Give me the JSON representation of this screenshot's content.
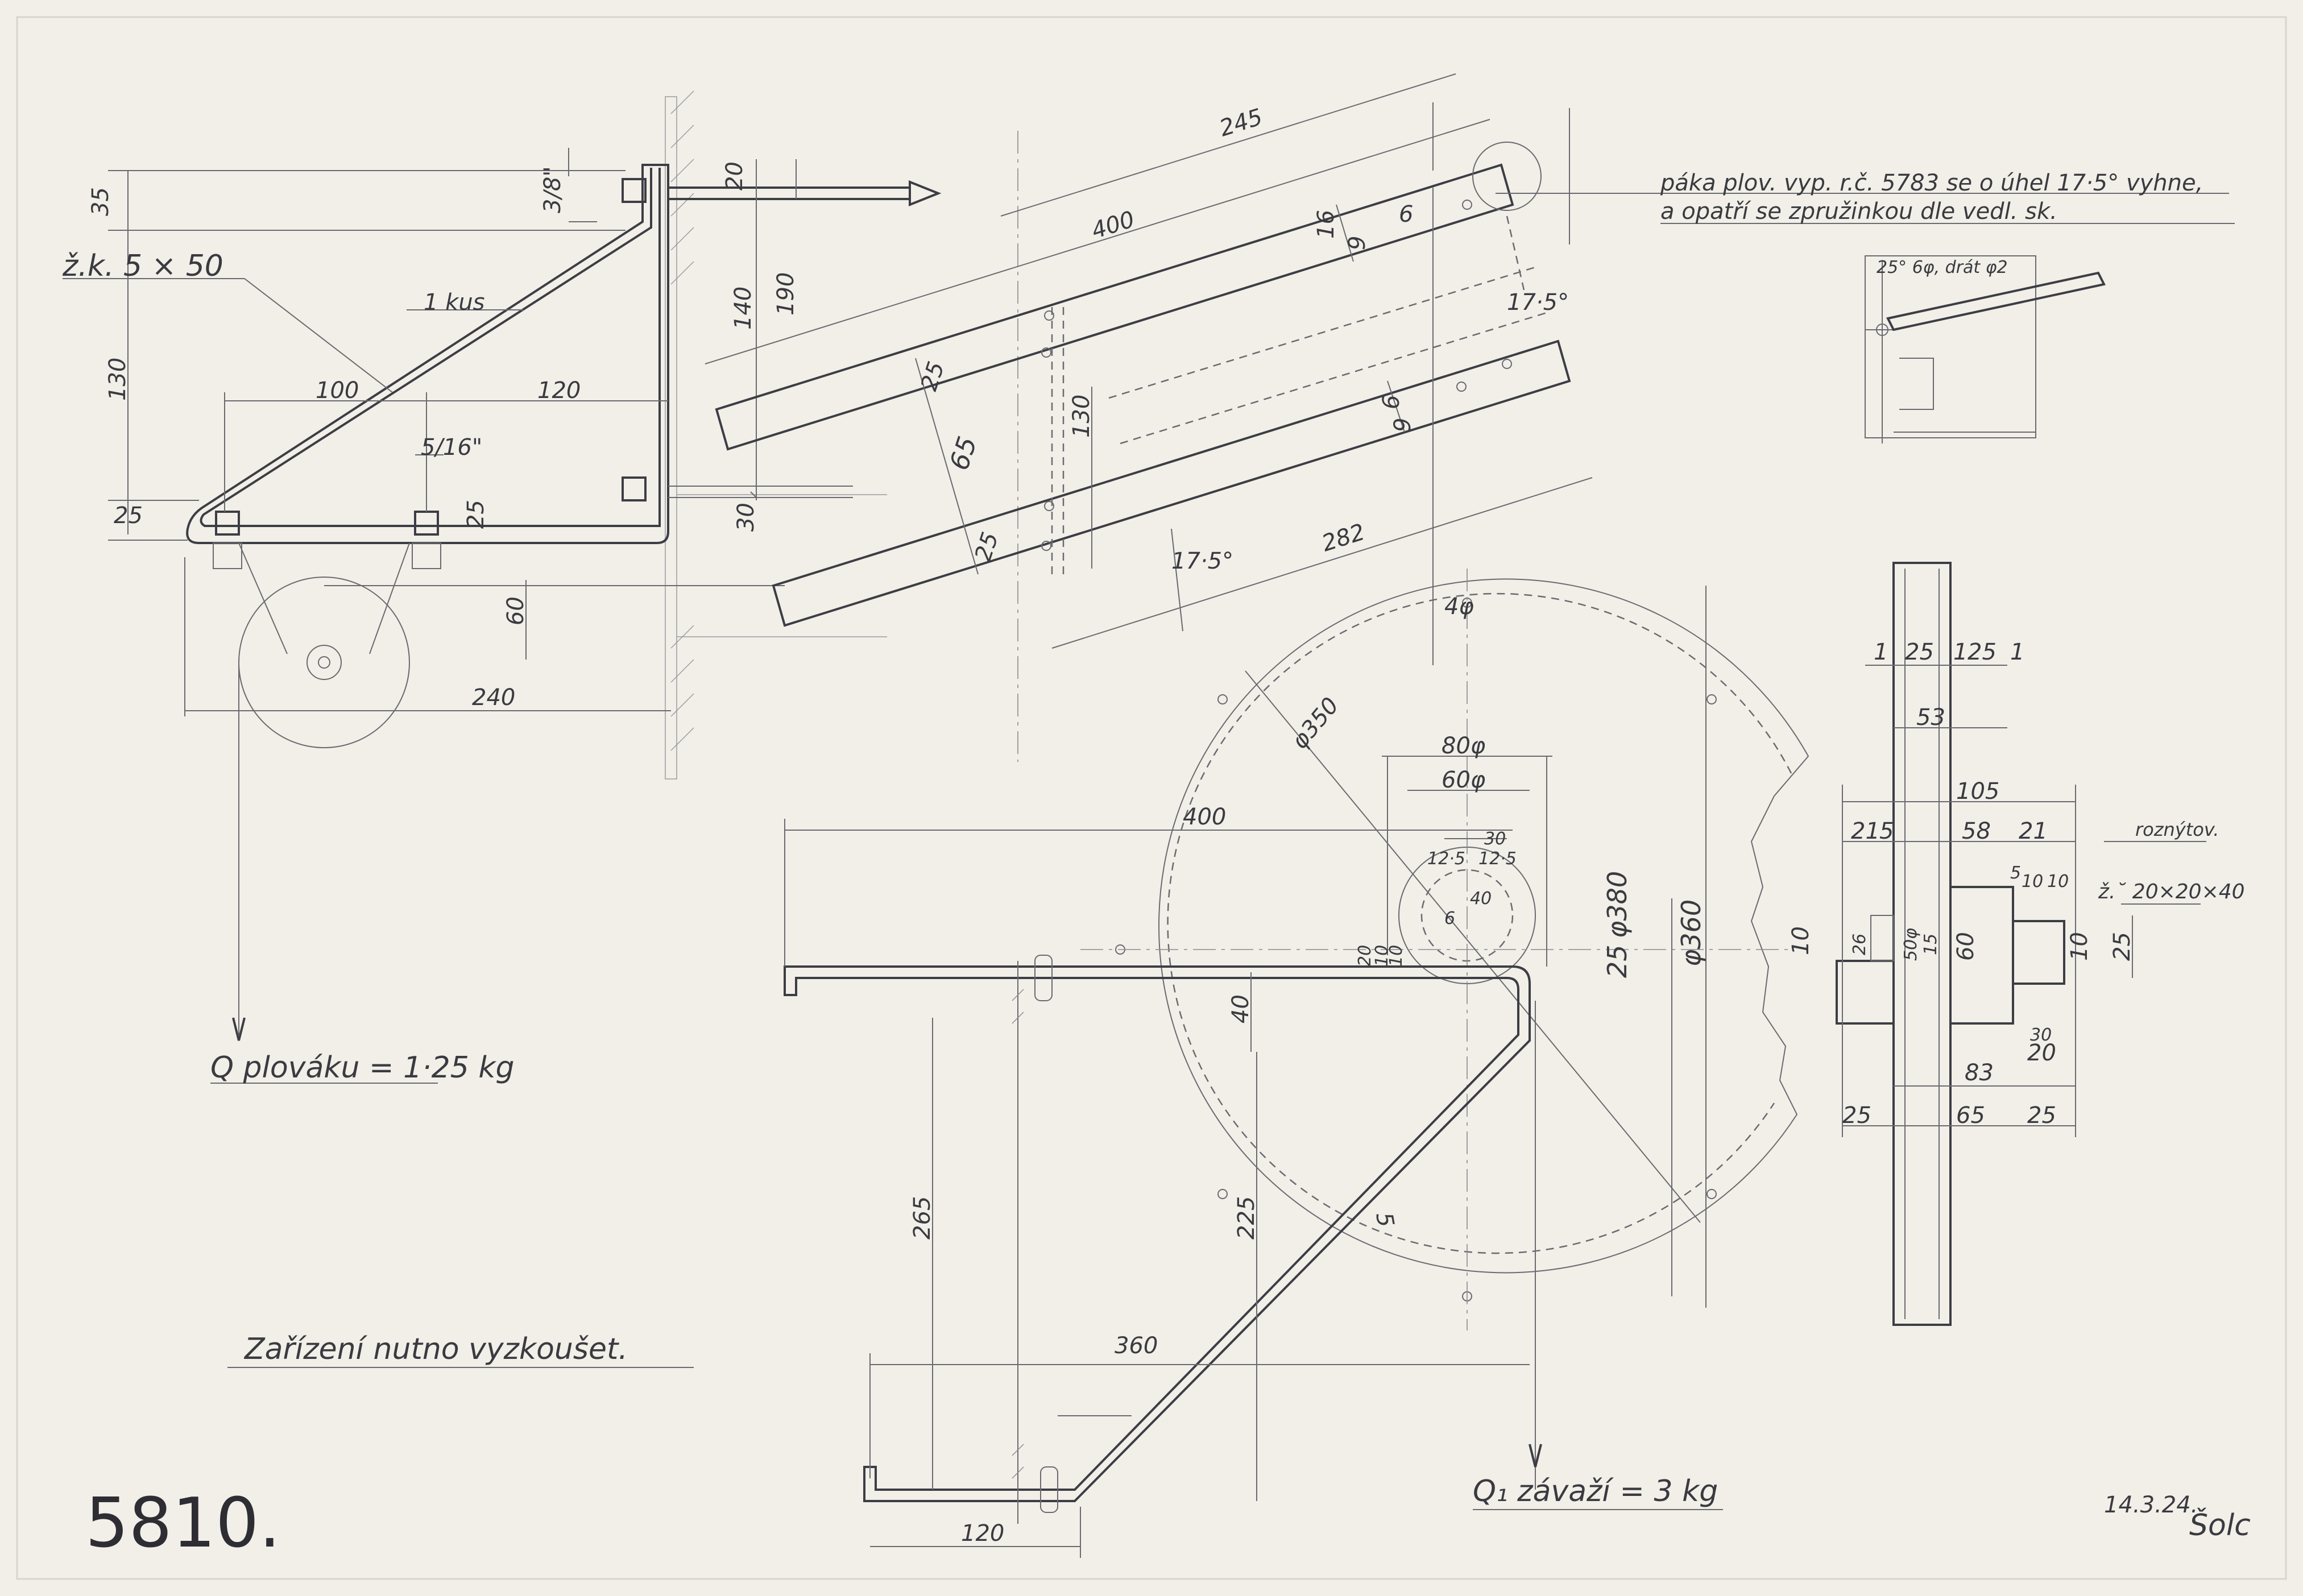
{
  "drawing": {
    "number": "5810.",
    "date_signature": "14.3.24.",
    "signature": "Šolc",
    "notes": {
      "top_right_line1": "páka plov. vyp. r.č. 5783 se o úhel 17·5° vyhne,",
      "top_right_line2": "a opatří se zpružinkou dle vedl. sk.",
      "test_note": "Zařízení nutno vyzkoušet.",
      "float_load": "Q plováku = 1·25 kg",
      "weight_load": "Q₁ závaží = 3 kg",
      "material": "ž.k. 5 × 50",
      "quantity": "1 kus",
      "spring_note": "25° 6φ, drát φ2",
      "rivet_label": "roznýtov.",
      "angle_label": "ž.˘ 20×20×40"
    },
    "dimensions": {
      "d35": "35",
      "d130": "130",
      "d25a": "25",
      "d100": "100",
      "d120a": "120",
      "d5_16": "5/16\"",
      "d3_8": "3/8\"",
      "d20a": "20",
      "d140": "140",
      "d190": "190",
      "d25b": "25",
      "d30a": "30",
      "d60a": "60",
      "d240": "240",
      "d245": "245",
      "d400a": "400",
      "d16": "16",
      "d6a": "6",
      "d9a": "9",
      "d175a": "17·5°",
      "d175b": "17·5°",
      "d65a": "65",
      "d25c": "25",
      "d25d": "25",
      "d130b": "130",
      "d282": "282",
      "d6b": "6",
      "d9b": "9",
      "d4phi": "4φ",
      "d350": "φ350",
      "d80": "80φ",
      "d60phi": "60φ",
      "d30b": "30",
      "d125a": "12·5",
      "d125b": "12·5",
      "d40a": "40",
      "d6c": "6",
      "d10a": "10",
      "d10b": "10",
      "d20b": "20",
      "d25e": "25",
      "d380": "φ380",
      "d360": "φ360",
      "d400b": "400",
      "d40b": "40",
      "d265": "265",
      "d225": "225",
      "d5": "5",
      "d360b": "360",
      "d120b": "120",
      "s1a": "1",
      "s25a": "25",
      "s1b": "1",
      "s25b": "25",
      "s1c": "1",
      "s53": "53",
      "s105": "105",
      "s21a": "21",
      "s5a": "5",
      "s58": "58",
      "s21b": "21",
      "s5b": "5",
      "s10a": "10",
      "s10b": "10",
      "s10c": "10",
      "s25f": "25",
      "s60": "60",
      "s15": "15",
      "s50": "50φ",
      "s30": "30",
      "s20": "20",
      "s83": "83",
      "s25g": "25",
      "s65": "65",
      "s25h": "25",
      "s10d": "10",
      "s26": "26"
    }
  }
}
